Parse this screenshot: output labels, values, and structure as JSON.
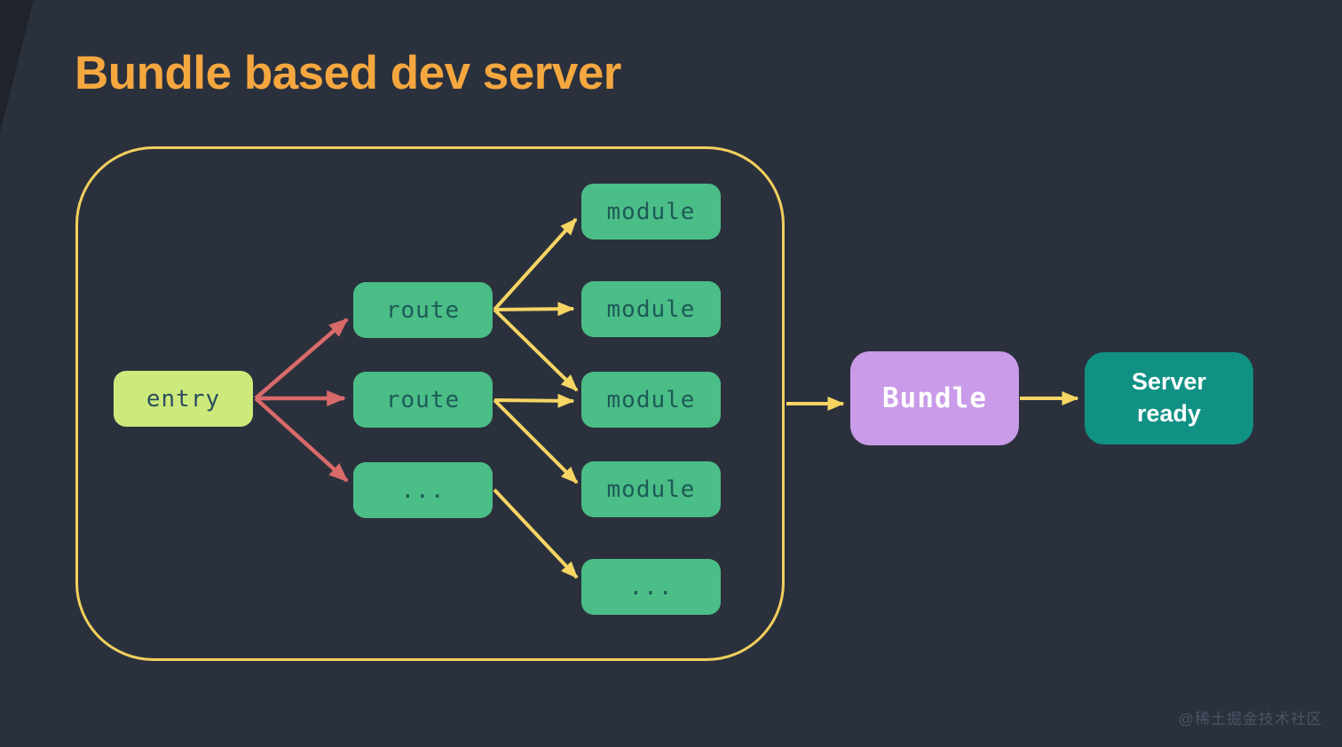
{
  "title": "Bundle based dev server",
  "watermark": "@稀土掘金技术社区",
  "diagram": {
    "entry": {
      "label": "entry"
    },
    "routes": [
      {
        "label": "route"
      },
      {
        "label": "route"
      },
      {
        "label": "..."
      }
    ],
    "modules": [
      {
        "label": "module"
      },
      {
        "label": "module"
      },
      {
        "label": "module"
      },
      {
        "label": "module"
      },
      {
        "label": "..."
      }
    ],
    "bundle": {
      "label": "Bundle"
    },
    "server_ready": {
      "label": "Server ready"
    },
    "edges": [
      {
        "from": "entry",
        "to": "route-1",
        "color": "red"
      },
      {
        "from": "entry",
        "to": "route-2",
        "color": "red"
      },
      {
        "from": "entry",
        "to": "route-3",
        "color": "red"
      },
      {
        "from": "route-1",
        "to": "module-1",
        "color": "yellow"
      },
      {
        "from": "route-1",
        "to": "module-2",
        "color": "yellow"
      },
      {
        "from": "route-1",
        "to": "module-3",
        "color": "yellow"
      },
      {
        "from": "route-2",
        "to": "module-3",
        "color": "yellow"
      },
      {
        "from": "route-2",
        "to": "module-4",
        "color": "yellow"
      },
      {
        "from": "route-3",
        "to": "module-5",
        "color": "yellow"
      },
      {
        "from": "dev-server-boundary",
        "to": "bundle",
        "color": "yellow"
      },
      {
        "from": "bundle",
        "to": "server-ready",
        "color": "yellow"
      }
    ]
  },
  "colors": {
    "background": "#2b313c",
    "title_orange": "#f5a73f",
    "boundary_border": "#f2d05e",
    "node_green": "#4bbd87",
    "node_green_text": "#1d5b57",
    "entry_fill": "#cde97c",
    "entry_text": "#2a4f5e",
    "bundle_purple": "#c99be8",
    "server_teal": "#109184",
    "big_node_text": "#ffffff",
    "arrow_red": "#d96a6a",
    "arrow_yellow": "#f6d563",
    "watermark_gray": "#4b5364"
  }
}
